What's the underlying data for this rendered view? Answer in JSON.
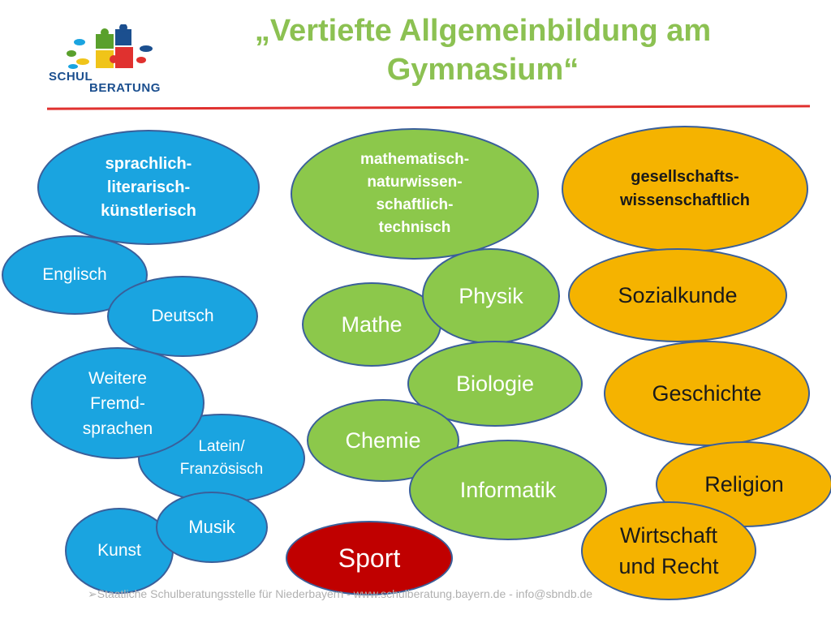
{
  "title": "„Vertiefte Allgemeinbildung am Gymnasium“",
  "logo": {
    "line1": "SCHUL",
    "line2": "BERATUNG"
  },
  "categories": {
    "sprachlich": "sprachlich-\nliterarisch-\nkünstlerisch",
    "mathematisch": "mathematisch-\nnaturwissen-\nschaftlich-\ntechnisch",
    "gesellschaft": "gesellschafts-\nwissenschaftlich"
  },
  "subjects": {
    "englisch": "Englisch",
    "deutsch": "Deutsch",
    "weitere": "Weitere\nFremd-\nsprachen",
    "latein": "Latein/\nFranzösisch",
    "musik": "Musik",
    "kunst": "Kunst",
    "mathe": "Mathe",
    "physik": "Physik",
    "biologie": "Biologie",
    "chemie": "Chemie",
    "informatik": "Informatik",
    "sport": "Sport",
    "sozialkunde": "Sozialkunde",
    "geschichte": "Geschichte",
    "religion": "Religion",
    "wirtschaft": "Wirtschaft\nund Recht"
  },
  "footer": "➢Staatliche Schulberatungsstelle für Niederbayern - www.schulberatung.bayern.de - info@sbndb.de",
  "colors": {
    "blue": "#1aa4e0",
    "green": "#8cc84b",
    "orange": "#f5b300",
    "red": "#c00000",
    "title": "#8cc152",
    "rule": "#e0312f"
  }
}
